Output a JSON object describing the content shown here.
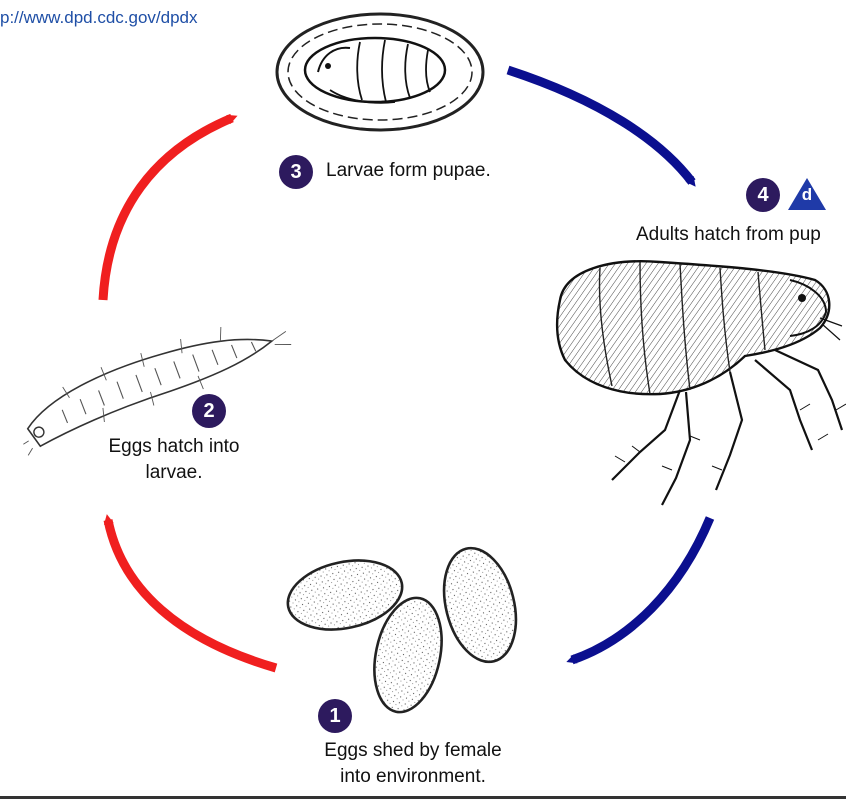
{
  "source_url": "p://www.dpd.cdc.gov/dpdx",
  "stages": [
    {
      "number": "1",
      "label_line1": "Eggs shed by female",
      "label_line2": "into environment."
    },
    {
      "number": "2",
      "label_line1": "Eggs hatch into",
      "label_line2": "larvae."
    },
    {
      "number": "3",
      "label_line1": "Larvae form pupae.",
      "label_line2": ""
    },
    {
      "number": "4",
      "label_line1": "Adults hatch from pup",
      "label_line2": "",
      "diagnostic_marker": "d"
    }
  ],
  "colors": {
    "badge": "#2d1a5e",
    "arrow_red": "#f01f1f",
    "arrow_blue": "#0b0f8f",
    "url": "#1f4fa6",
    "diagnostic_triangle": "#1f3aa8"
  },
  "icons": [
    "pupa-illustration",
    "larva-illustration",
    "eggs-illustration",
    "adult-flea-illustration"
  ]
}
